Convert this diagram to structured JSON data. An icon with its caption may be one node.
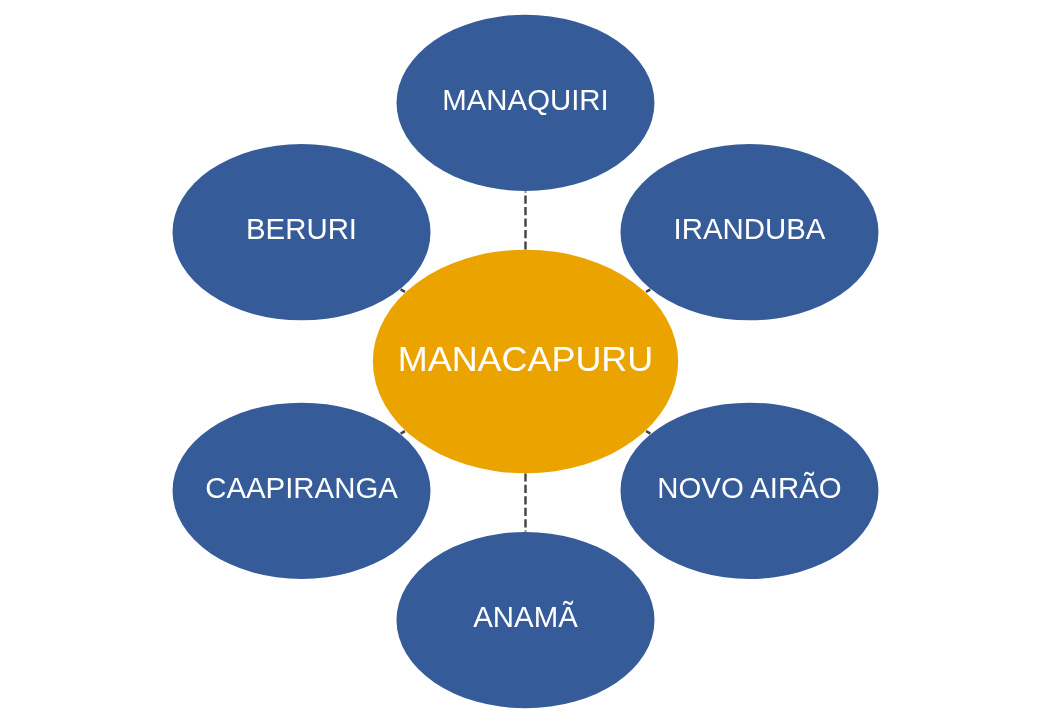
{
  "diagram": {
    "nodes": [
      {
        "text": [
          "IRANDUBA"
        ]
      },
      {
        "text": [
          "MANAQUIRI"
        ]
      },
      {
        "text": [
          "BERURI"
        ]
      },
      {
        "text": [
          "MANACAPURU"
        ]
      },
      {
        "text": [
          "CAAPIRANGA"
        ]
      },
      {
        "text": [
          "ANAMÃ"
        ]
      },
      {
        "text": [
          "NOVO AIRÃO"
        ]
      }
    ],
    "edges": [
      {
        "from": 3,
        "to": 0,
        "arrow": "none",
        "style": "dashed"
      },
      {
        "from": 3,
        "to": 1,
        "arrow": "none",
        "style": "dashed"
      },
      {
        "from": 3,
        "to": 2,
        "arrow": "none",
        "style": "dashed"
      },
      {
        "from": 3,
        "to": 4,
        "arrow": "none",
        "style": "dashed"
      },
      {
        "from": 3,
        "to": 5,
        "arrow": "none",
        "style": "dashed"
      },
      {
        "from": 3,
        "to": 6,
        "arrow": "none",
        "style": "dashed"
      }
    ]
  }
}
